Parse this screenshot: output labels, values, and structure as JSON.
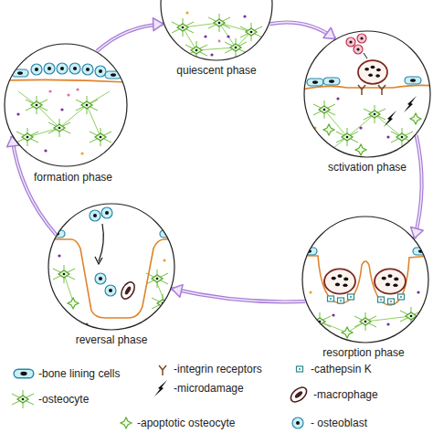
{
  "diagram": {
    "nodes": [
      {
        "text": [
          "quiescent phase"
        ]
      },
      {
        "text": [
          "sctivation phase"
        ]
      },
      {
        "text": [
          "resorption phase"
        ]
      },
      {
        "text": [
          "reversal phase"
        ]
      },
      {
        "text": [
          "formation phase"
        ]
      }
    ],
    "edges": [
      {
        "from": 0,
        "to": 1,
        "arrow": "to"
      },
      {
        "from": 1,
        "to": 2,
        "arrow": "to"
      },
      {
        "from": 2,
        "to": 3,
        "arrow": "to"
      },
      {
        "from": 3,
        "to": 4,
        "arrow": "to"
      },
      {
        "from": 4,
        "to": 0,
        "arrow": "to"
      }
    ],
    "legend": [
      {
        "text": "-bone lining cells"
      },
      {
        "text": "-osteocyte"
      },
      {
        "text": "-apoptotic osteocyte"
      },
      {
        "text": "-integrin receptors"
      },
      {
        "text": "-microdamage"
      },
      {
        "text": "-cathepsin K"
      },
      {
        "text": "-macrophage"
      },
      {
        "text": "- osteoblast"
      }
    ]
  }
}
